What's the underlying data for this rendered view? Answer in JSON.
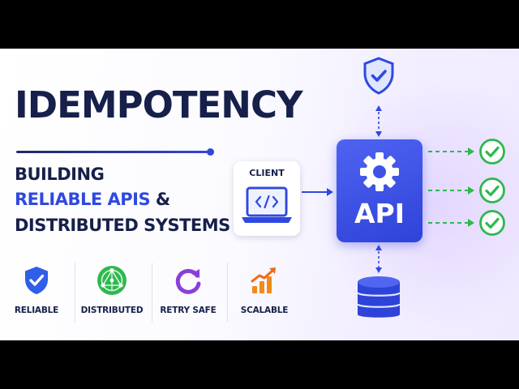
{
  "title": "IDEMPOTENCY",
  "subtitle": {
    "line1": "BUILDING",
    "line2_highlight": "RELIABLE APIS",
    "line2_amp": "&",
    "line3": "DISTRIBUTED SYSTEMS"
  },
  "features": [
    {
      "label": "RELIABLE",
      "icon": "shield-check-icon"
    },
    {
      "label": "DISTRIBUTED",
      "icon": "network-globe-icon"
    },
    {
      "label": "RETRY SAFE",
      "icon": "retry-arrow-icon"
    },
    {
      "label": "SCALABLE",
      "icon": "growth-chart-icon"
    }
  ],
  "diagram": {
    "client_label": "CLIENT",
    "client_icon": "laptop-code-icon",
    "api_label": "API",
    "api_icon": "gear-icon",
    "top_icon": "shield-check-icon",
    "bottom_icon": "database-icon",
    "output_icon": "check-circle-icon",
    "output_count": 3
  },
  "colors": {
    "navy": "#16204a",
    "blue": "#2f49e0",
    "green": "#2fb84f",
    "purple": "#8a3fd9",
    "orange": "#f08a1c"
  }
}
